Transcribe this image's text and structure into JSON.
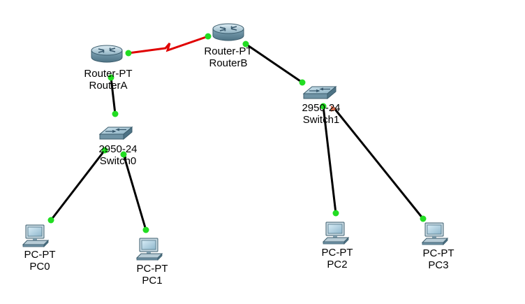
{
  "workspace": {
    "background": "#ffffff",
    "colors": {
      "link_ethernet": "#000000",
      "link_serial": "#e00000",
      "port_up": "#22dd22",
      "port_down": "#e07050"
    }
  },
  "devices": {
    "routerA": {
      "icon": "router-icon",
      "model": "Router-PT",
      "name": "RouterA"
    },
    "routerB": {
      "icon": "router-icon",
      "model": "Router-PT",
      "name": "RouterB"
    },
    "switch0": {
      "icon": "switch-icon",
      "model": "2950-24",
      "name": "Switch0"
    },
    "switch1": {
      "icon": "switch-icon",
      "model": "2950-24",
      "name": "Switch1"
    },
    "pc0": {
      "icon": "pc-icon",
      "model": "PC-PT",
      "name": "PC0"
    },
    "pc1": {
      "icon": "pc-icon",
      "model": "PC-PT",
      "name": "PC1"
    },
    "pc2": {
      "icon": "pc-icon",
      "model": "PC-PT",
      "name": "PC2"
    },
    "pc3": {
      "icon": "pc-icon",
      "model": "PC-PT",
      "name": "PC3"
    }
  },
  "links": [
    {
      "from": "RouterA",
      "to": "RouterB",
      "type": "serial",
      "status": [
        "up",
        "up"
      ]
    },
    {
      "from": "RouterA",
      "to": "Switch0",
      "type": "ethernet",
      "status": [
        "up",
        "up"
      ]
    },
    {
      "from": "RouterB",
      "to": "Switch1",
      "type": "ethernet",
      "status": [
        "up",
        "up"
      ]
    },
    {
      "from": "Switch0",
      "to": "PC0",
      "type": "ethernet",
      "status": [
        "up",
        "up"
      ]
    },
    {
      "from": "Switch0",
      "to": "PC1",
      "type": "ethernet",
      "status": [
        "up",
        "up"
      ]
    },
    {
      "from": "Switch1",
      "to": "PC2",
      "type": "ethernet",
      "status": [
        "up",
        "up"
      ]
    },
    {
      "from": "Switch1",
      "to": "PC3",
      "type": "ethernet",
      "status": [
        "down",
        "up"
      ]
    }
  ]
}
